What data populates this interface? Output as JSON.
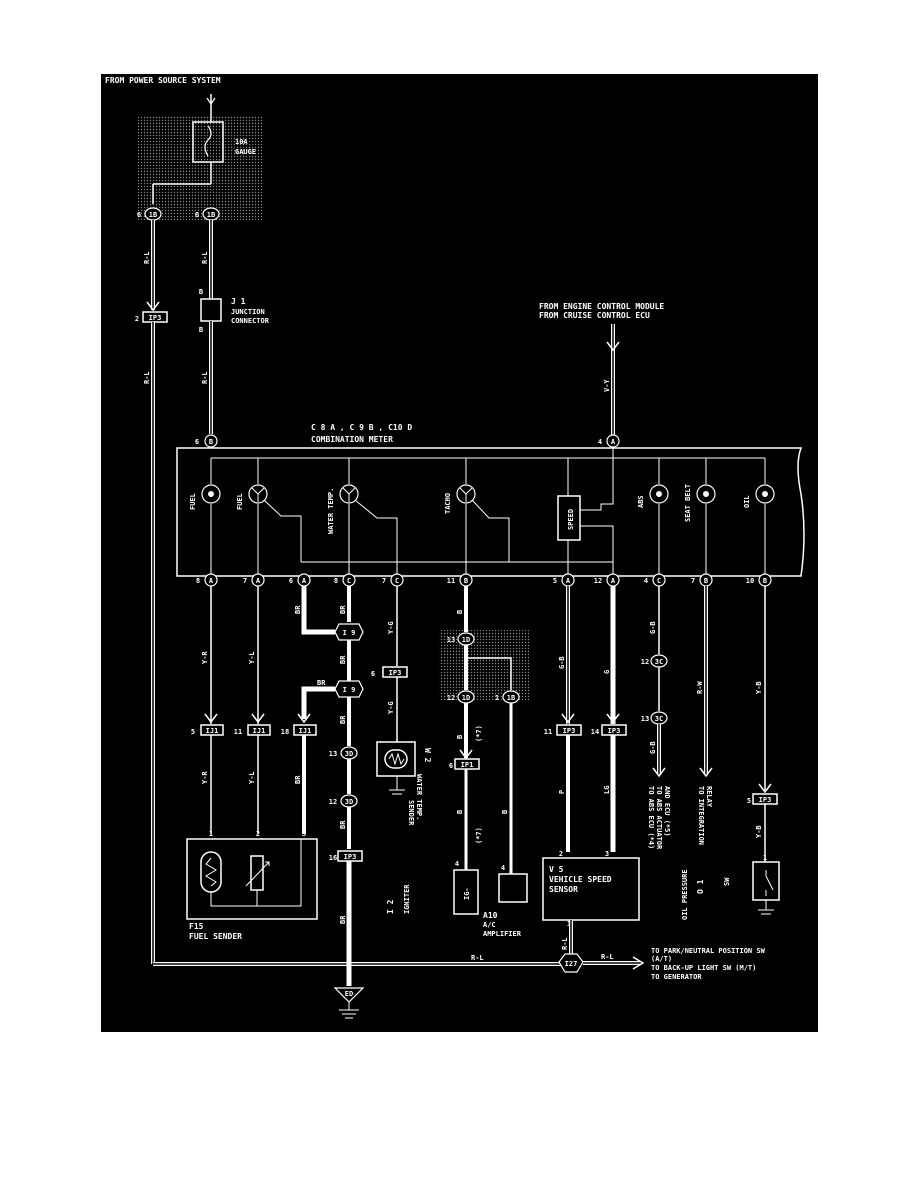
{
  "header": {
    "power_source": "FROM POWER SOURCE SYSTEM"
  },
  "fuse": {
    "label_line1": "10A",
    "label_line2": "GAUGE"
  },
  "junction_connector": {
    "id": "J 1",
    "name_line1": "JUNCTION",
    "name_line2": "CONNECTOR"
  },
  "meter": {
    "connectors": "C 8 A , C 9 B , C10 D",
    "name": "COMBINATION METER",
    "gauges": [
      "FUEL",
      "FUEL",
      "WATER TEMP.",
      "TACHO",
      "SPEED",
      "ABS",
      "SEAT BELT",
      "OIL"
    ]
  },
  "inputs": {
    "ecm_line1": "FROM ENGINE CONTROL MODULE",
    "ecm_line2": "FROM CRUISE CONTROL ECU",
    "wire_vy": "V-Y"
  },
  "wire_colors": {
    "rl": "R-L",
    "yr": "Y-R",
    "yl": "Y-L",
    "br": "BR",
    "yg": "Y-G",
    "b": "B",
    "gb": "G-B",
    "g": "G",
    "rw": "R-W",
    "yb": "Y-B",
    "p": "P",
    "lg": "LG",
    "w7": "(*7)"
  },
  "components": {
    "fuel_sender": {
      "id": "F15",
      "name": "FUEL SENDER"
    },
    "water_temp": {
      "id": "W 2",
      "name_line1": "WATER TEMP.",
      "name_line2": "SENDER"
    },
    "igniter": {
      "id": "I 2",
      "name": "IGNITER",
      "box": "IG-"
    },
    "ac_amp": {
      "id": "A10",
      "name_line1": "A/C",
      "name_line2": "AMPLIFIER"
    },
    "speed_sensor": {
      "id": "V 5",
      "name_line1": "VEHICLE SPEED",
      "name_line2": "SENSOR"
    },
    "oil_switch": {
      "id": "O 1",
      "name_line1": "OIL PRESSURE",
      "name_line2": "SW"
    }
  },
  "outputs": {
    "abs_line1": "TO ABS ECU (*4)",
    "abs_line2": "TO ABS ACTUATOR",
    "abs_line3": "AND ECU (*5)",
    "integ_line1": "TO INTEGRATION",
    "integ_line2": "RELAY",
    "park_line1": "TO PARK/NEUTRAL POSITION SW",
    "park_line2": "(A/T)",
    "park_line3": "TO BACK-UP LIGHT SW (M/T)",
    "park_line4": "TO GENERATOR"
  },
  "connectors": {
    "ip3": "IP3",
    "ij1": "IJ1",
    "ip1": "IP1",
    "i9": "I 9",
    "i27": "I27",
    "ed": "ED",
    "c1d": "1D",
    "c1b": "1B",
    "c3c": "3C",
    "c3d": "3D"
  }
}
